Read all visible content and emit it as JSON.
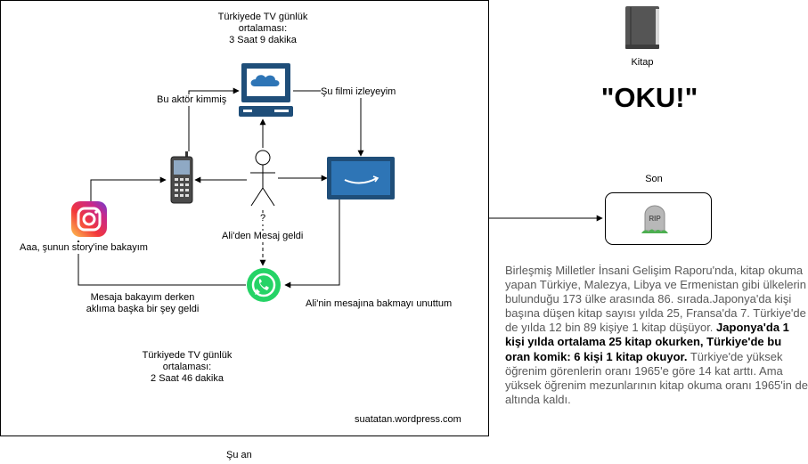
{
  "diagram": {
    "top_stat": "Türkiyede TV günlük\nortalaması:\n3 Saat 9 dakika",
    "bottom_stat": "Türkiyede TV günlük\nortalaması:\n2 Saat 46 dakika",
    "frame_caption": "Şu an",
    "watermark": "suatatan.wordpress.com",
    "edge_labels": {
      "actor_question": "Bu aktör kimmiş",
      "watching_film": "Şu filmi izleyeyim",
      "question_mark": "?",
      "message_came": "Ali'den Mesaj geldi",
      "story_look": "Aaa, şunun story'ine bakayım",
      "while_message": "Mesaja bakayım derken\naklıma başka bir şey geldi",
      "forgot_reply": "Ali'nin mesajına bakmayı unuttum"
    },
    "nodes": {
      "computer": "computer-icon",
      "phone": "mobile-phone-icon",
      "person": "stick-figure-icon",
      "tv": "tv-screen-icon",
      "instagram": "instagram-icon",
      "whatsapp": "whatsapp-icon"
    }
  },
  "right_panel": {
    "book_label": "Kitap",
    "oku": "\"OKU!\"",
    "end_label": "Son",
    "rip_text": "RIP",
    "paragraph_intro": "Birleşmiş Milletler İnsani Gelişim Raporu'nda, kitap okuma yapan Türkiye, Malezya, Libya ve Ermenistan gibi ülkelerin bulunduğu 173 ülke arasında 86. sırada.Japonya'da kişi başına düşen kitap sayısı yılda 25, Fransa'da 7. Türkiye'de de yılda 12 bin 89 kişiye 1 kitap düşüyor. ",
    "paragraph_bold": "Japonya'da 1 kişi yılda ortalama 25 kitap okurken, Türkiye'de bu oran komik: 6 kişi 1 kitap okuyor.",
    "paragraph_rest": "  Türkiye'de yüksek öğrenim görenlerin oranı 1965'e göre 14 kat arttı. Ama yüksek öğrenim mezunlarının kitap okuma oranı 1965'in de altında kaldı."
  },
  "colors": {
    "computer_blue": "#1f4e79",
    "screen_blue": "#2e75b6",
    "whatsapp_green": "#25d366",
    "book_gray": "#555555",
    "text_gray": "#595959"
  }
}
